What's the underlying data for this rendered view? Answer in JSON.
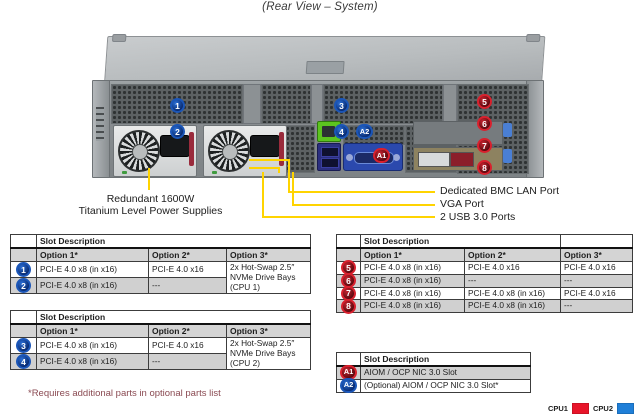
{
  "title": "(Rear View – System)",
  "colors": {
    "cpu1": "#e8152a",
    "cpu2": "#1f7fd8",
    "callout_line": "#ffd400",
    "footnote": "#8a4a52"
  },
  "photo": {
    "badges": [
      {
        "label": "1",
        "group": "cpu2"
      },
      {
        "label": "2",
        "group": "cpu2"
      },
      {
        "label": "3",
        "group": "cpu2"
      },
      {
        "label": "4",
        "group": "cpu2"
      },
      {
        "label": "5",
        "group": "cpu1"
      },
      {
        "label": "6",
        "group": "cpu1"
      },
      {
        "label": "7",
        "group": "cpu1"
      },
      {
        "label": "8",
        "group": "cpu1"
      },
      {
        "label": "A1",
        "group": "cpu1"
      },
      {
        "label": "A2",
        "group": "cpu2"
      }
    ]
  },
  "callouts": {
    "psu_line1": "Redundant  1600W",
    "psu_line2": "Titanium  Level Power Supplies",
    "bmc": "Dedicated BMC LAN Port",
    "vga": "VGA Port",
    "usb": "2 USB 3.0 Ports"
  },
  "tables": {
    "slot_description": "Slot Description",
    "option1": "Option 1*",
    "option2": "Option 2*",
    "option3": "Option 3*",
    "table_cpu1_slots12": {
      "rows": [
        {
          "badge": "1",
          "opt1": "PCI-E 4.0 x8 (in x16)",
          "opt2": "PCI-E 4.0 x16"
        },
        {
          "badge": "2",
          "opt1": "PCI-E 4.0 x8 (in x16)",
          "opt2": "---"
        }
      ],
      "opt3_merged": "2x Hot-Swap 2.5″ NVMe Drive Bays (CPU 1)"
    },
    "table_cpu2_slots34": {
      "rows": [
        {
          "badge": "3",
          "opt1": "PCI-E 4.0 x8 (in x16)",
          "opt2": "PCI-E 4.0 x16"
        },
        {
          "badge": "4",
          "opt1": "PCI-E 4.0 x8 (in x16)",
          "opt2": "---"
        }
      ],
      "opt3_merged": "2x Hot-Swap 2.5″ NVMe Drive Bays (CPU 2)"
    },
    "table_slots5678": {
      "rows": [
        {
          "badge": "5",
          "opt1": "PCI-E 4.0 x8 (in x16)",
          "opt2": "PCI-E 4.0 x16",
          "opt3": "PCI-E 4.0 x16"
        },
        {
          "badge": "6",
          "opt1": "PCI-E 4.0 x8 (in x16)",
          "opt2": "---",
          "opt3": "---"
        },
        {
          "badge": "7",
          "opt1": "PCI-E 4.0 x8 (in x16)",
          "opt2": "PCI-E 4.0 x8 (in x16)",
          "opt3": "PCI-E 4.0 x16"
        },
        {
          "badge": "8",
          "opt1": "PCI-E 4.0 x8 (in x16)",
          "opt2": "PCI-E 4.0 x8 (in x16)",
          "opt3": "---"
        }
      ]
    },
    "table_aiom": {
      "rows": [
        {
          "badge": "A1",
          "desc": "AIOM / OCP NIC 3.0 Slot"
        },
        {
          "badge": "A2",
          "desc": "(Optional) AIOM / OCP NIC 3.0 Slot*"
        }
      ]
    }
  },
  "footnote": "*Requires additional parts in optional parts list",
  "legend": {
    "cpu1_label": "CPU1",
    "cpu2_label": "CPU2"
  }
}
